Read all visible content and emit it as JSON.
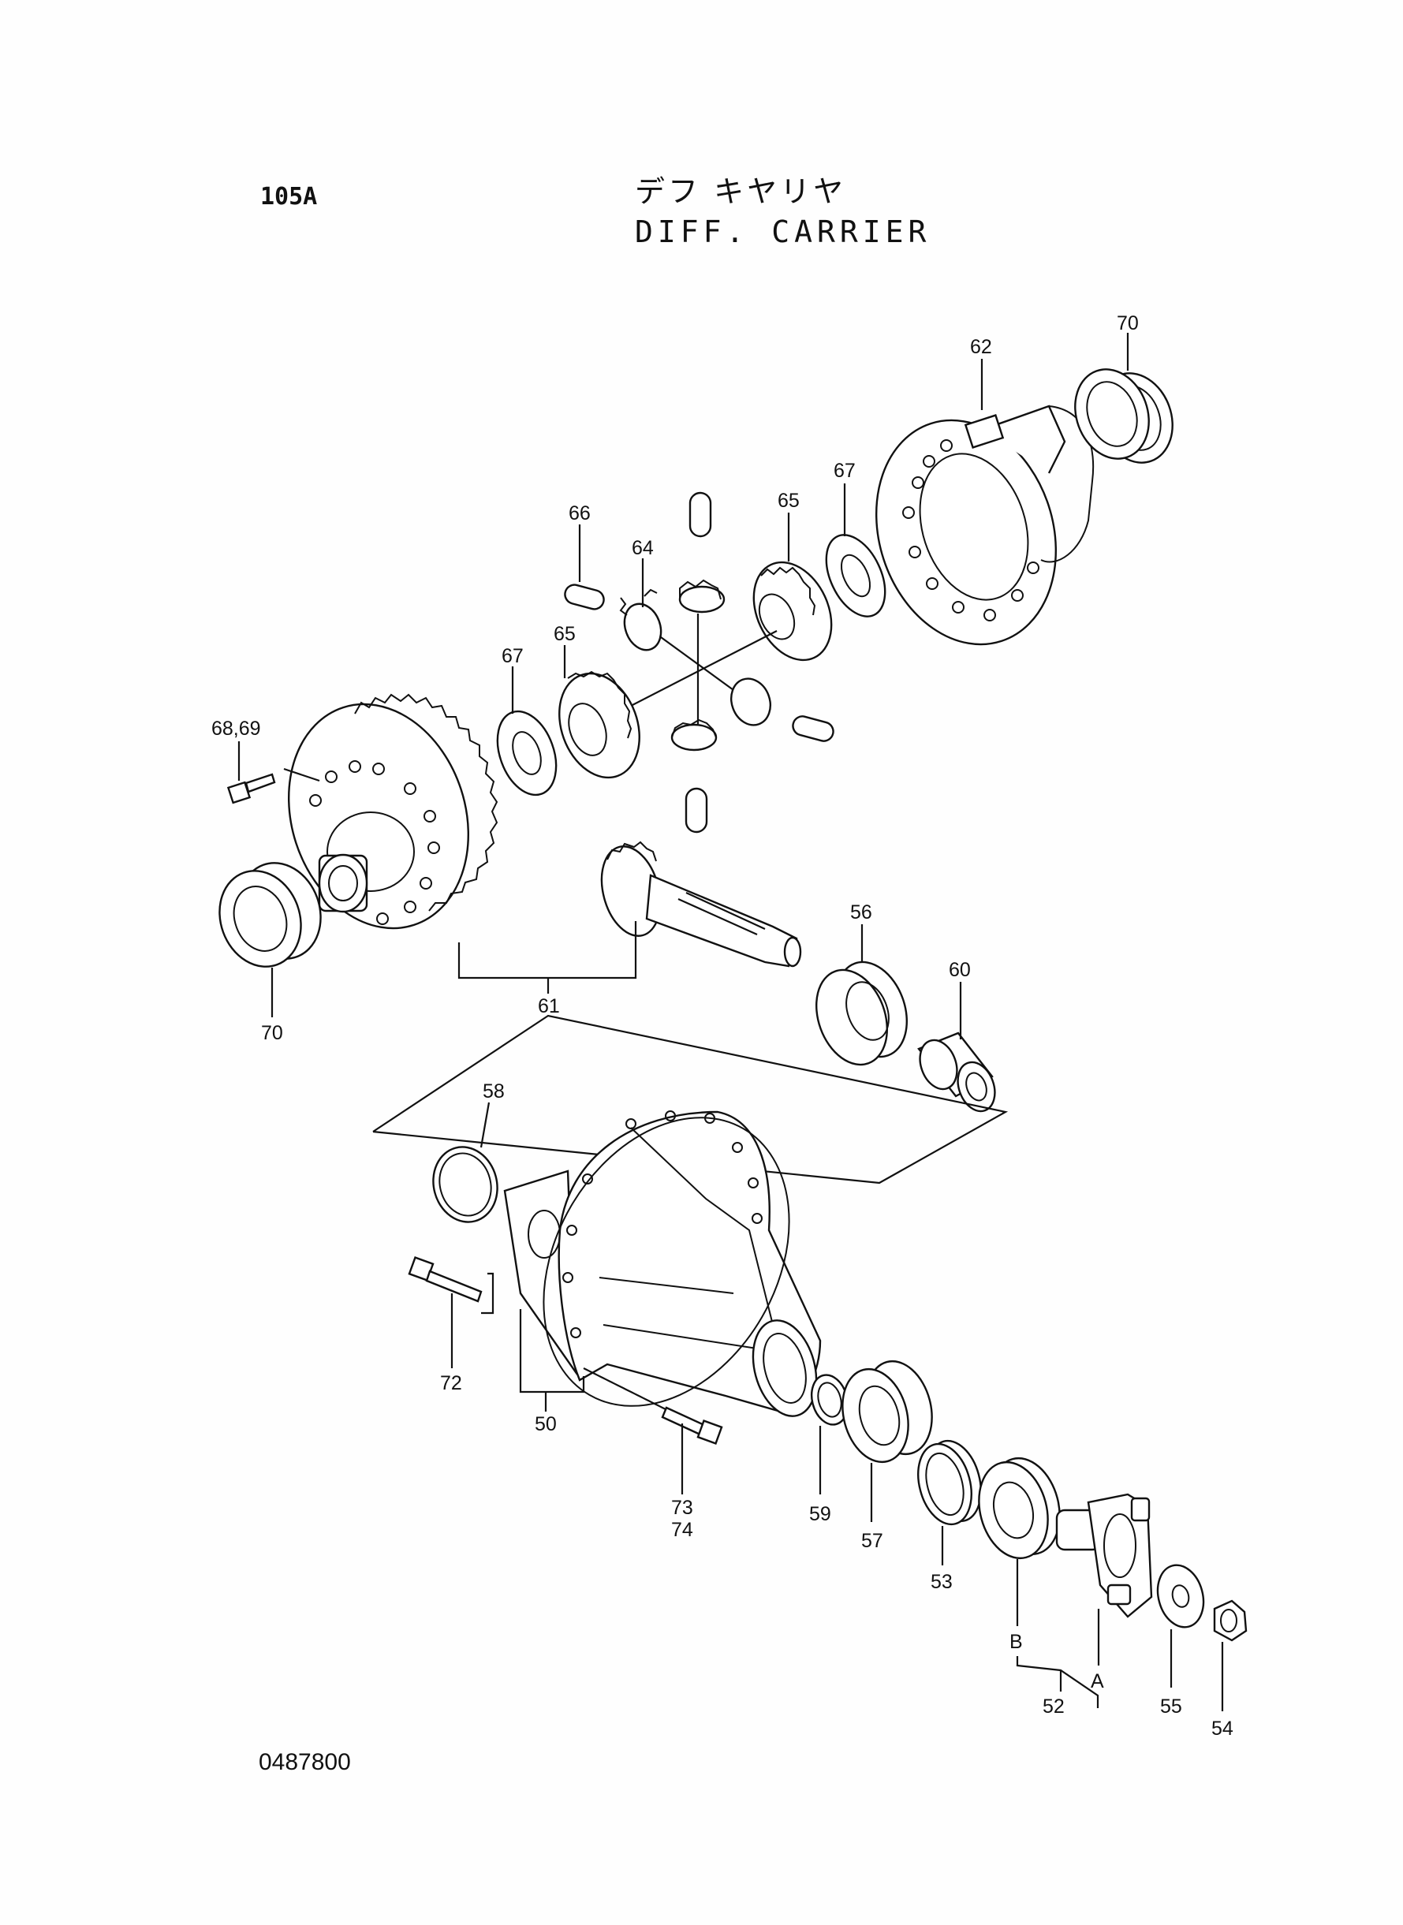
{
  "header": {
    "page_code": "105A",
    "title_jp": "デフ キヤリヤ",
    "title_en": "DIFF. CARRIER"
  },
  "footer": {
    "drawing_number": "0487800"
  },
  "callouts": {
    "c50": "50",
    "c52": "52",
    "c53": "53",
    "c54": "54",
    "c55": "55",
    "c56": "56",
    "c57": "57",
    "c58": "58",
    "c59": "59",
    "c60": "60",
    "c61": "61",
    "c62": "62",
    "c64": "64",
    "c65a": "65",
    "c65b": "65",
    "c66": "66",
    "c67a": "67",
    "c67b": "67",
    "c6869": "68,69",
    "c70a": "70",
    "c70b": "70",
    "c72": "72",
    "c7374": "73\n74",
    "cA": "A",
    "cB": "B"
  }
}
